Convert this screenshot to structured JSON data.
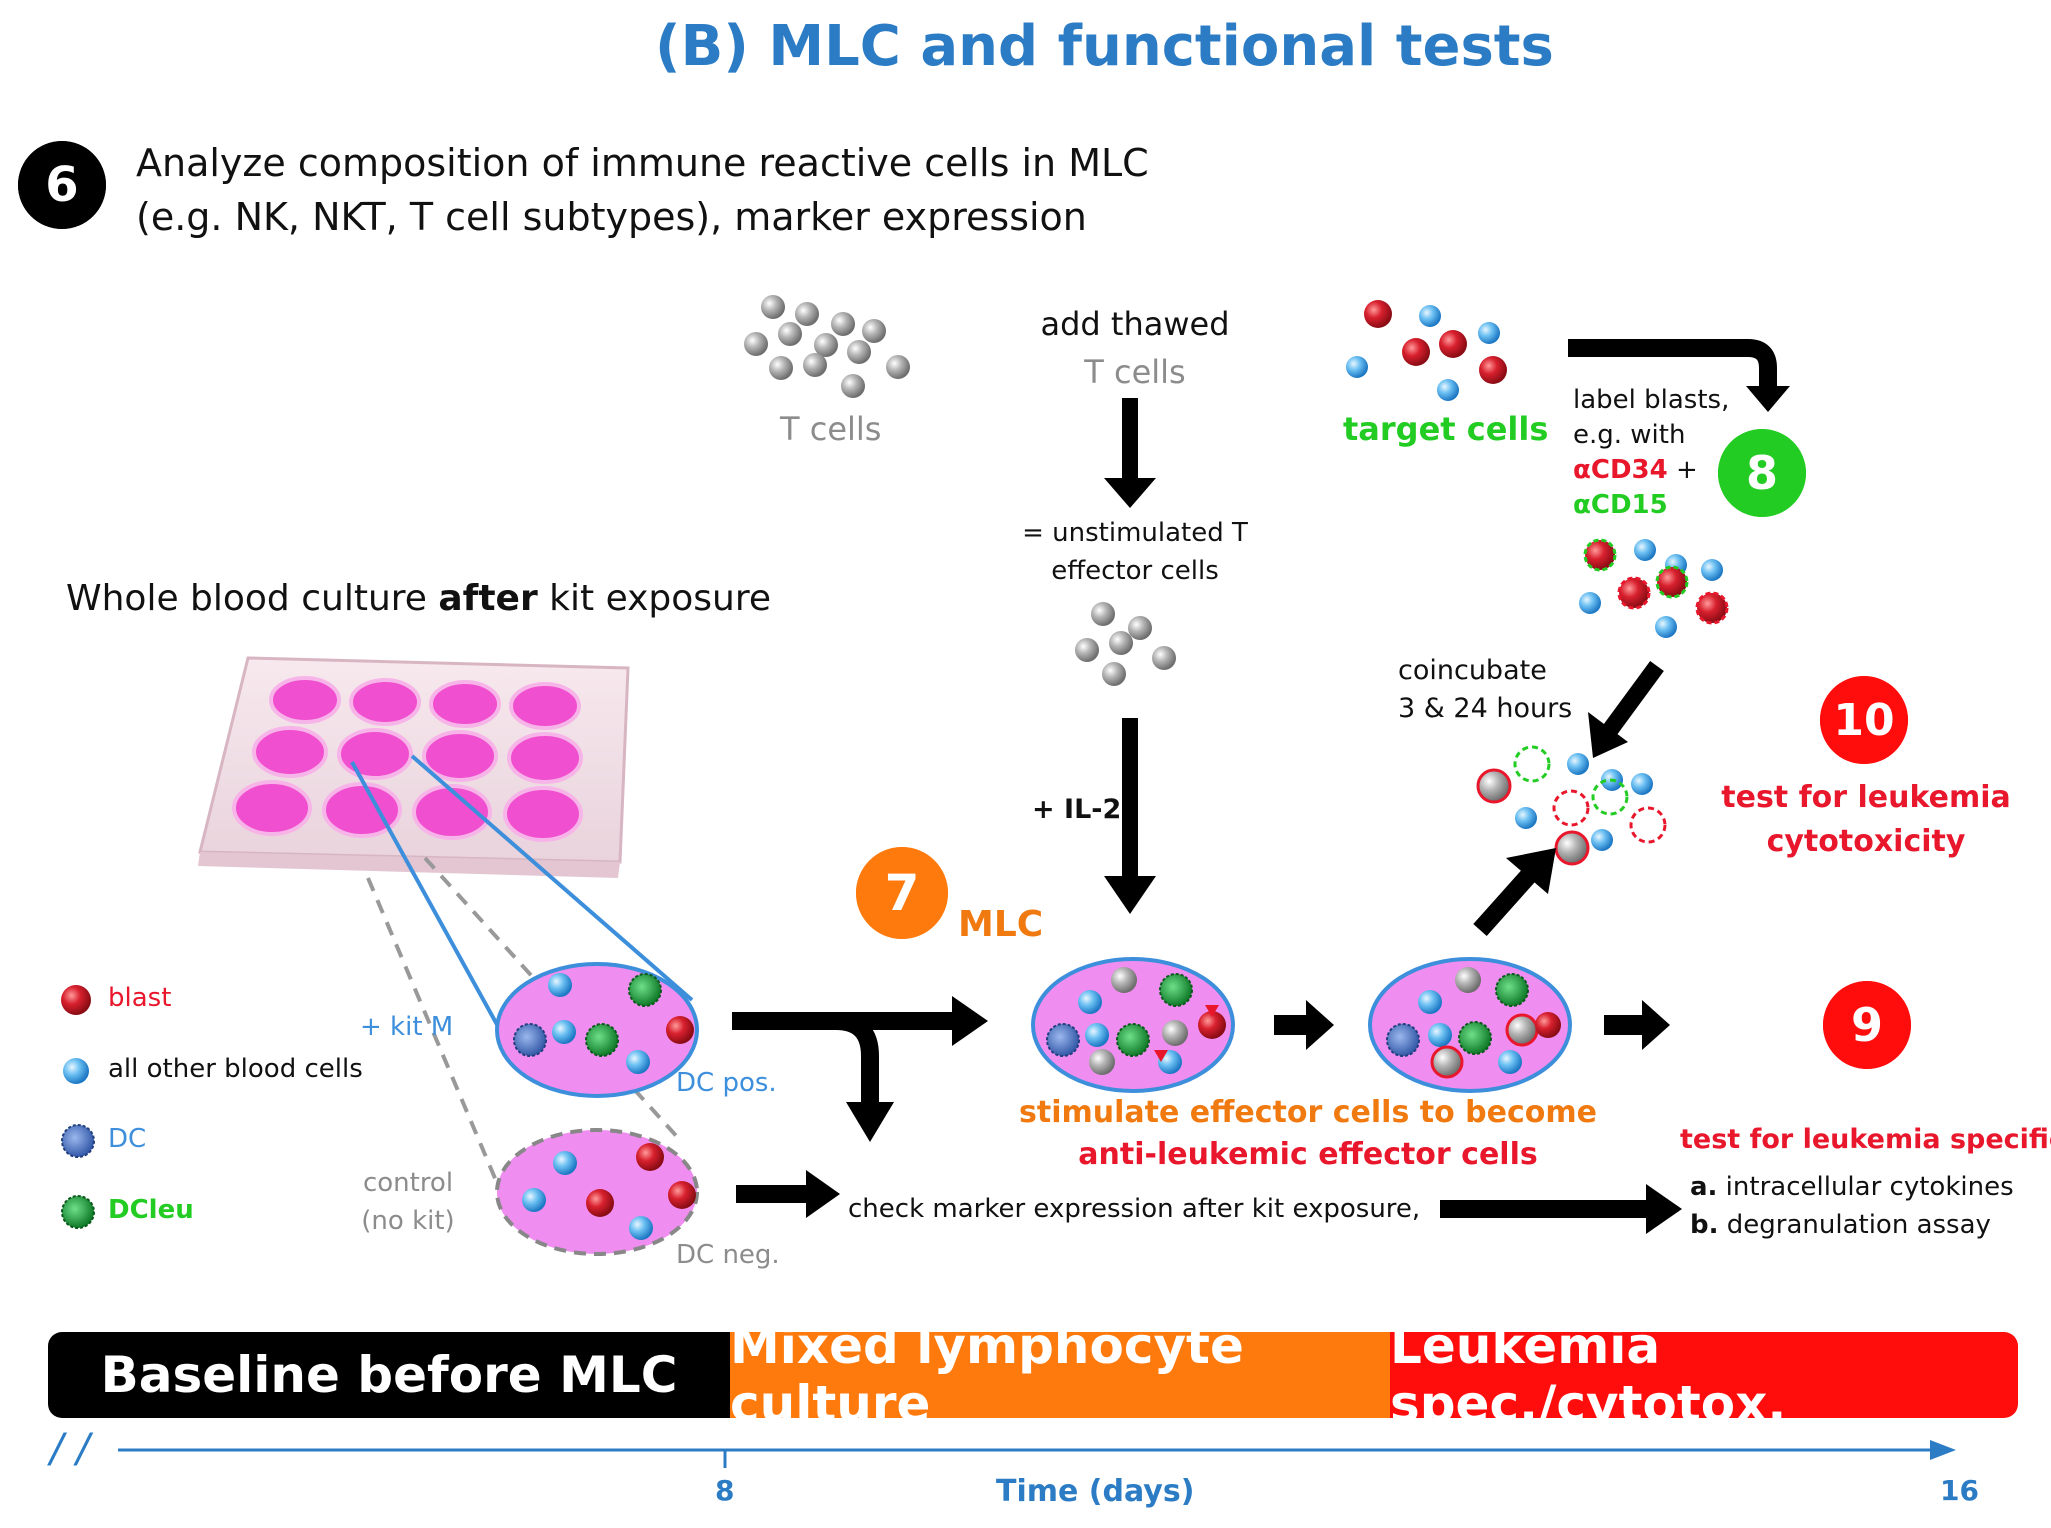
{
  "title": "(B) MLC and functional tests",
  "step6": {
    "number": "6",
    "line1": "Analyze composition of immune reactive cells in MLC",
    "line2": "(e.g. NK, NKT, T cell subtypes), marker expression"
  },
  "tcells_label": "T cells",
  "add_thawed": {
    "line1": "add thawed",
    "line2": "T cells"
  },
  "unstimulated": {
    "line1": "= unstimulated T",
    "line2": "effector cells"
  },
  "il2": "+ IL-2",
  "target_cells": "target cells",
  "label_blasts": {
    "line1": "label blasts,",
    "line2": "e.g. with",
    "cd34": "αCD34",
    "plus": " +",
    "cd15": "αCD15"
  },
  "step8": "8",
  "coincubate": {
    "line1": "coincubate",
    "line2": "3 & 24 hours"
  },
  "step10": {
    "number": "10",
    "line1": "test for leukemia",
    "line2": "cytotoxicity"
  },
  "whole_blood": {
    "pre": "Whole blood culture ",
    "bold": "after",
    "post": " kit exposure"
  },
  "step7": {
    "number": "7",
    "label": "MLC"
  },
  "legend": [
    {
      "label": "blast",
      "color": "#e8172c"
    },
    {
      "label": "all other blood cells",
      "color": "#111111"
    },
    {
      "label": "DC",
      "color": "#3d8fdc"
    },
    {
      "label": "DCleu",
      "color": "#22cc22"
    }
  ],
  "kit_m": "+ kit M",
  "dc_pos": "DC pos.",
  "control": {
    "line1": "control",
    "line2": "(no kit)"
  },
  "dc_neg": "DC neg.",
  "stimulate": {
    "line1": "stimulate effector cells to become",
    "line2": "anti-leukemic effector cells"
  },
  "check_marker": "check marker expression after kit exposure,",
  "step9": {
    "number": "9",
    "heading": "test for leukemia specificity",
    "a_key": "a.",
    "a_text": " intracellular cytokines",
    "b_key": "b.",
    "b_text": " degranulation assay"
  },
  "timeline": {
    "bands": [
      {
        "label": "Baseline before MLC",
        "color": "#000000"
      },
      {
        "label": "Mixed lymphocyte culture",
        "color": "#ff7a0d"
      },
      {
        "label": "Leukemia spec./cytotox.",
        "color": "#ff0d0d"
      }
    ],
    "break_mark": "/ /",
    "tick_8": "8",
    "axis_label": "Time (days)",
    "tick_16": "16"
  },
  "colors": {
    "title_blue": "#2b7cc4",
    "cell_gray": "#9a9a9a",
    "cell_blue": "#3d9be0",
    "blast_red": "#d8202e",
    "dc_green": "#1fae3a",
    "dish_pink": "#f08df0",
    "badge_orange": "#ff7a0d",
    "badge_green": "#22cc22",
    "badge_red": "#ff0d0d"
  }
}
